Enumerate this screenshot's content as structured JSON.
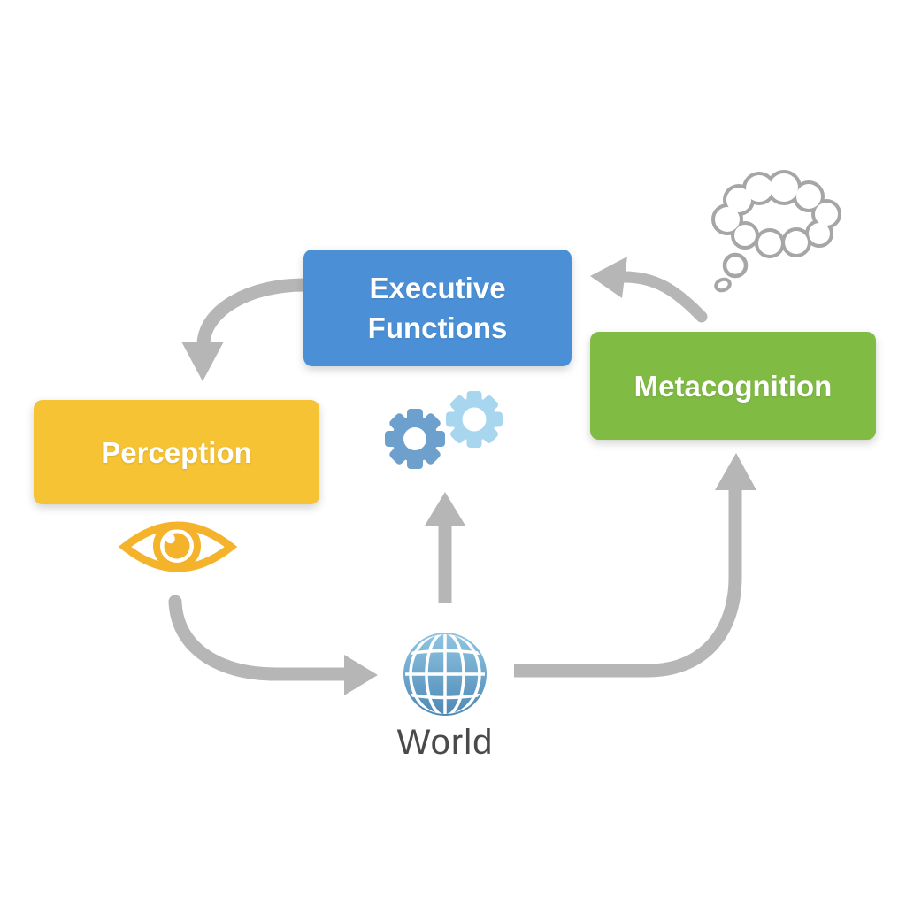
{
  "diagram": {
    "background_color": "#ffffff",
    "arrow_color": "#b6b6b6",
    "nodes": [
      {
        "id": "executive-functions",
        "label": "Executive Functions",
        "label_lines": [
          "Executive",
          "Functions"
        ],
        "color": "#4b90d7",
        "text_color": "#ffffff"
      },
      {
        "id": "perception",
        "label": "Perception",
        "color": "#f5c334",
        "text_color": "#ffffff"
      },
      {
        "id": "metacognition",
        "label": "Metacognition",
        "color": "#80bb44",
        "text_color": "#ffffff"
      }
    ],
    "world": {
      "label": "World",
      "text_color": "#4a4a4a"
    },
    "icons": {
      "gears": {
        "name": "gears-icon",
        "colors": [
          "#6da0cc",
          "#a9d6ef"
        ]
      },
      "eye": {
        "name": "eye-icon",
        "color": "#f4b32a"
      },
      "globe": {
        "name": "globe-icon",
        "gradient_top": "#90c6e3",
        "gradient_bottom": "#4e88b5"
      },
      "thought_bubble": {
        "name": "thought-bubble-icon",
        "color": "#a6a6a6"
      }
    },
    "arrows": [
      {
        "from": "executive-functions",
        "to": "perception"
      },
      {
        "from": "metacognition",
        "to": "executive-functions"
      },
      {
        "from": "world",
        "to": "executive-functions"
      },
      {
        "from": "perception",
        "to": "world"
      },
      {
        "from": "world",
        "to": "metacognition"
      }
    ]
  }
}
